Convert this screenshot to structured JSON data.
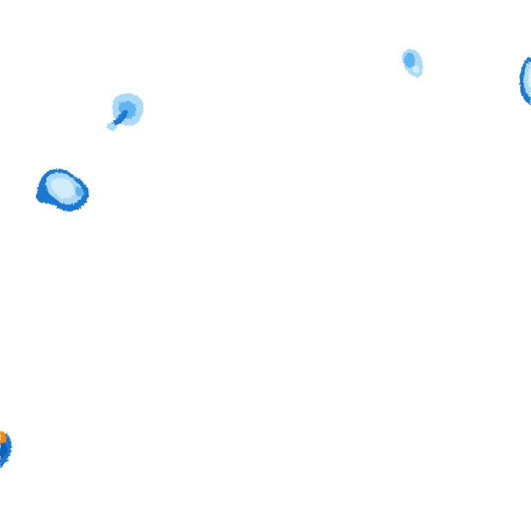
{
  "map": {
    "kind": "weather-radar-precipitation-tile",
    "has_text": false,
    "colors": {
      "background": "#ffffff",
      "light_precip": "#a9d8f8",
      "very_light_precip": "#d3ecfc",
      "moderate_precip": "#5fb3ee",
      "heavy_precip": "#1f78d1",
      "very_heavy_precip": "#0f5fb8",
      "intense_precip": "#f08a0c"
    },
    "echo_cells": [
      {
        "name": "cell-top-left",
        "intensity_levels": [
          "light",
          "moderate",
          "heavy"
        ]
      },
      {
        "name": "cell-left-middle",
        "intensity_levels": [
          "very_light",
          "light",
          "heavy"
        ]
      },
      {
        "name": "cell-top-center-right",
        "intensity_levels": [
          "light",
          "moderate"
        ]
      },
      {
        "name": "cell-right-edge",
        "intensity_levels": [
          "light",
          "heavy"
        ]
      },
      {
        "name": "cell-bottom-left-edge",
        "intensity_levels": [
          "heavy",
          "intense"
        ]
      }
    ]
  }
}
